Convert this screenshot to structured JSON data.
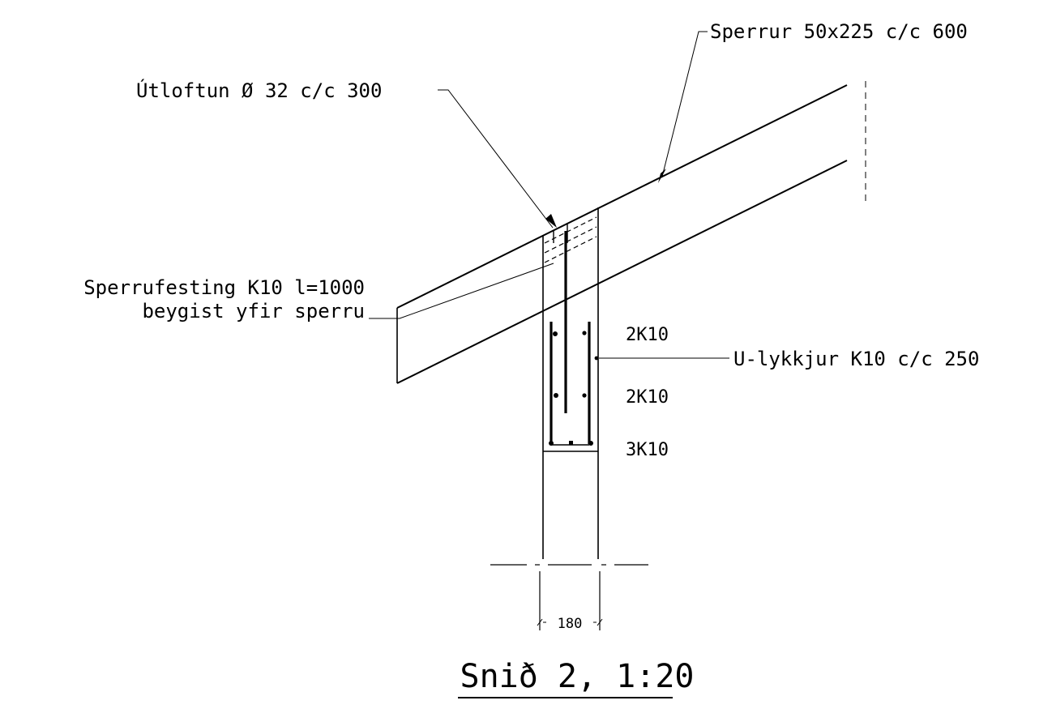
{
  "title": "Snið 2, 1:20",
  "labels": {
    "rafter": "Sperrur 50x225 c/c 600",
    "vent": "Útloftun Ø 32 c/c 300",
    "fixing_line1": "Sperrufesting K10 l=1000",
    "fixing_line2": "beygist yfir sperru",
    "stirrups": "U-lykkjur K10 c/c 250",
    "bars_top": "2K10",
    "bars_mid": "2K10",
    "bars_bottom": "3K10",
    "wall_width": "180"
  }
}
